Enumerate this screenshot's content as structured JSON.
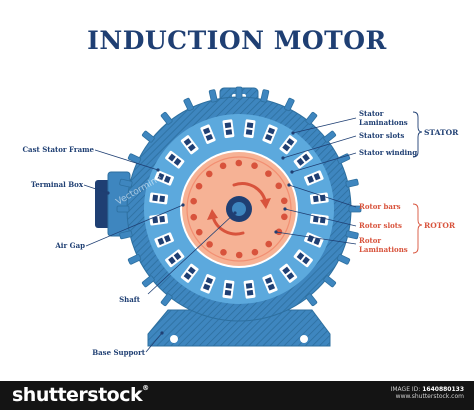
{
  "title": "INDUCTION MOTOR",
  "labels": {
    "left": [
      "Cast Stator Frame",
      "Terminal Box",
      "Air Gap",
      "Shaft",
      "Base Support"
    ],
    "stator_parts": [
      [
        "Stator",
        "Laminations"
      ],
      [
        "Stator slots"
      ],
      [
        "Stator winding"
      ]
    ],
    "rotor_parts": [
      [
        "Rotor bars"
      ],
      [
        "Rotor slots"
      ],
      [
        "Rotor",
        "Laminations"
      ]
    ],
    "stator_group": "STATOR",
    "rotor_group": "ROTOR"
  },
  "colors": {
    "frame": "#3e86bf",
    "frame_dark": "#2d6f9f",
    "stator": "#5ca9dd",
    "rotor": "#f6b295",
    "rotor_ring": "#f28f72",
    "arrow": "#d8533c",
    "slot": "#ffffff",
    "text": "#1f3f73"
  },
  "watermark": "Vectormine",
  "footer": {
    "brand": "shutterstock",
    "image_id_label": "IMAGE ID:",
    "image_id": "1640880133",
    "site": "www.shutterstock.com"
  }
}
